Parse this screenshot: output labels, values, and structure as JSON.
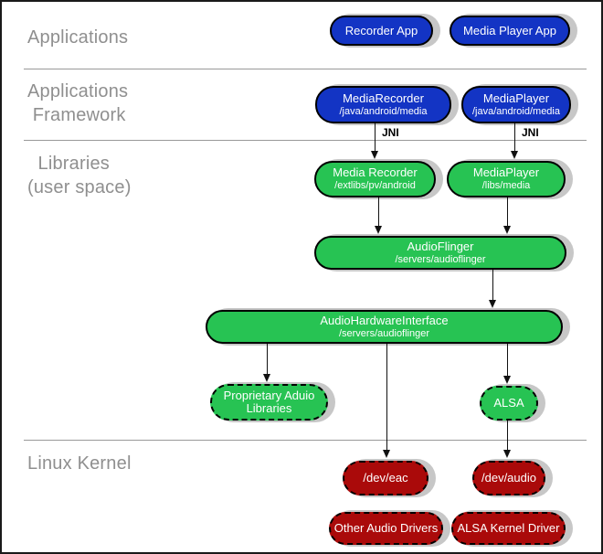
{
  "sections": {
    "applications": "Applications",
    "framework_line1": "Applications",
    "framework_line2": " Framework",
    "libraries_line1": "  Libraries",
    "libraries_line2": "(user space)",
    "kernel": "Linux Kernel"
  },
  "labels": {
    "jni_left": "JNI",
    "jni_right": "JNI"
  },
  "nodes": {
    "recorder_app": {
      "title": "Recorder App"
    },
    "media_player_app": {
      "title": "Media Player App"
    },
    "media_recorder_fw": {
      "title": "MediaRecorder",
      "subtitle": "/java/android/media"
    },
    "media_player_fw": {
      "title": "MediaPlayer",
      "subtitle": "/java/android/media"
    },
    "media_recorder_lib": {
      "title": "Media Recorder",
      "subtitle": "/extlibs/pv/android"
    },
    "media_player_lib": {
      "title": "MediaPlayer",
      "subtitle": "/libs/media"
    },
    "audio_flinger": {
      "title": "AudioFlinger",
      "subtitle": "/servers/audioflinger"
    },
    "audio_hardware_interface": {
      "title": "AudioHardwareInterface",
      "subtitle": "/servers/audioflinger"
    },
    "proprietary_audio_libraries": {
      "line1": "Proprietary Aduio",
      "line2": "Libraries"
    },
    "alsa": {
      "title": "ALSA"
    },
    "dev_eac": {
      "title": "/dev/eac"
    },
    "dev_audio": {
      "title": "/dev/audio"
    },
    "other_audio_drivers": {
      "title": "Other Audio Drivers"
    },
    "alsa_kernel_driver": {
      "title": "ALSA Kernel Driver"
    }
  },
  "colors": {
    "app_blue": "#1334c4",
    "lib_green": "#27c353",
    "kernel_red": "#aa0a0a",
    "shadow_gray": "#c7c7c7",
    "label_gray": "#8f8f8f",
    "separator_gray": "#999999"
  }
}
